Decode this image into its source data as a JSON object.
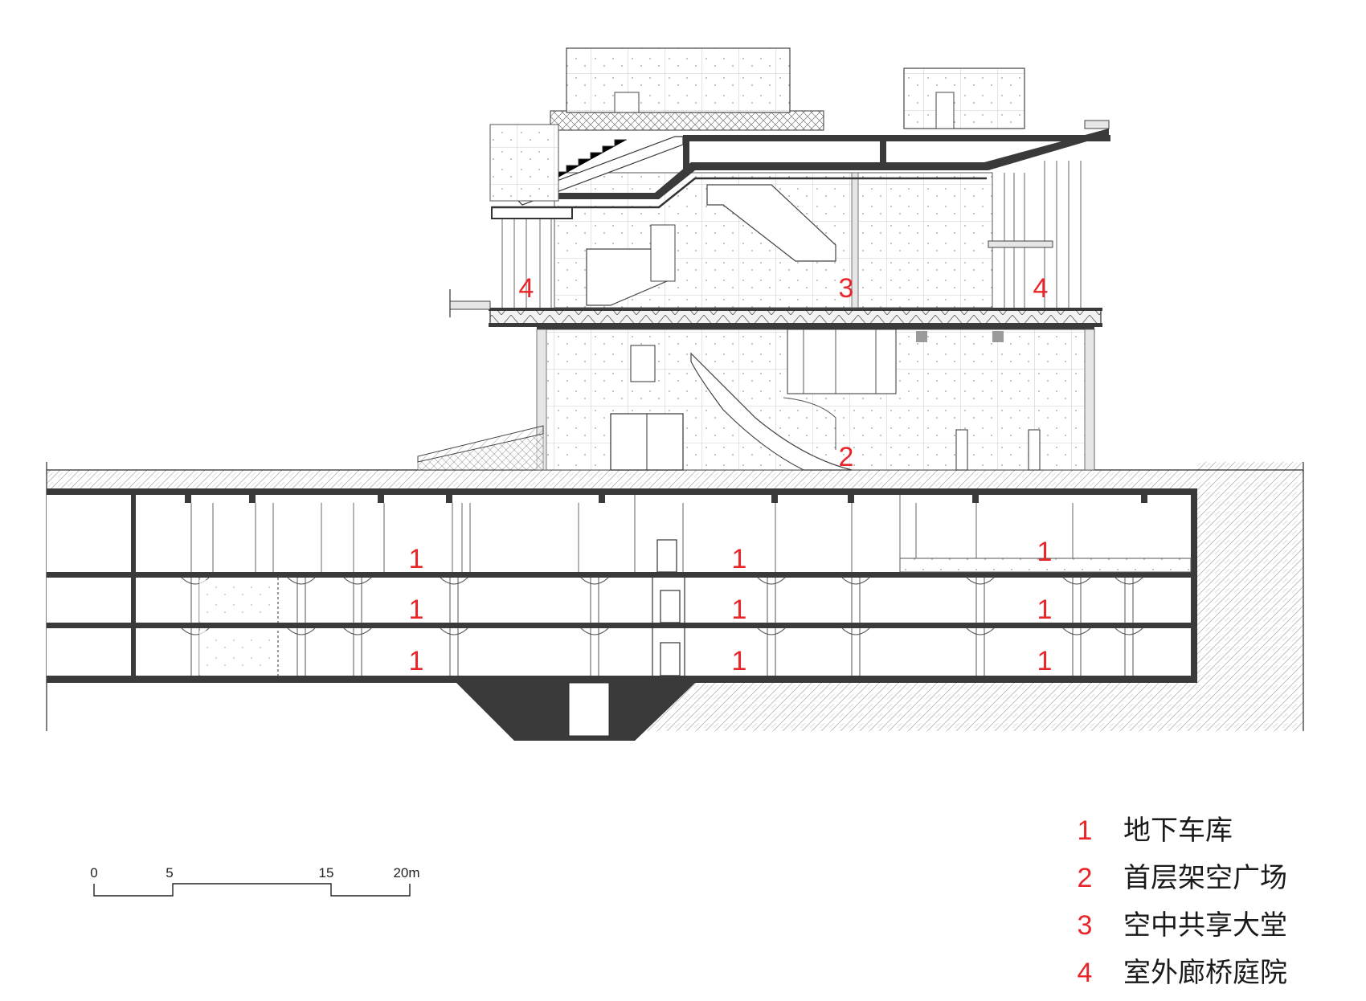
{
  "zone_labels": {
    "parking": "1",
    "plaza": "2",
    "lobby": "3",
    "courtyard": "4"
  },
  "legend": [
    {
      "num": "1",
      "text": "地下车库"
    },
    {
      "num": "2",
      "text": "首层架空广场"
    },
    {
      "num": "3",
      "text": "空中共享大堂"
    },
    {
      "num": "4",
      "text": "室外廊桥庭院"
    }
  ],
  "scale_bar": {
    "ticks": [
      "0",
      "5",
      "15",
      "20m"
    ]
  },
  "colors": {
    "label_red": "#e8262a",
    "line": "#2b2b2b",
    "dark_fill": "#3a3a3a"
  }
}
